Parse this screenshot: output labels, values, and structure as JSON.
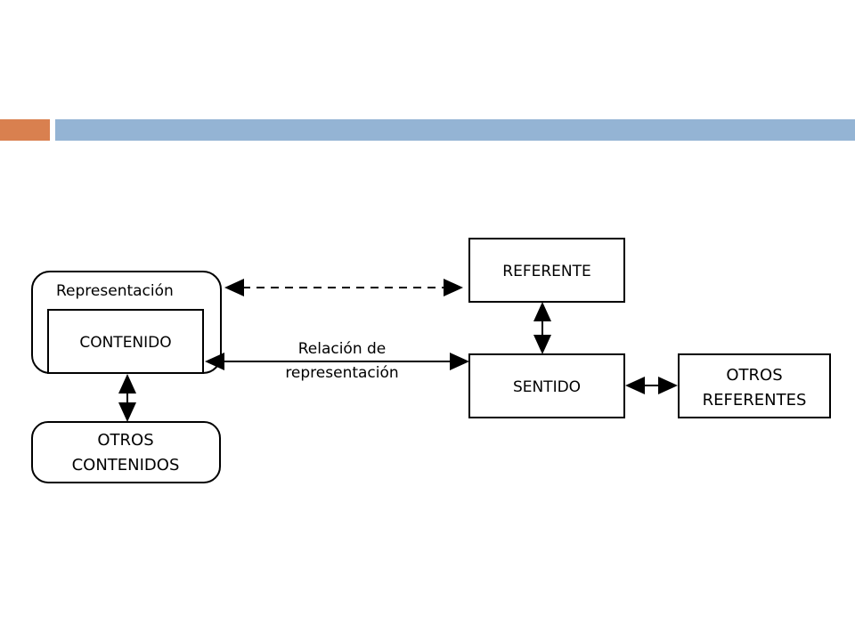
{
  "colors": {
    "accent_orange": "#D9804F",
    "accent_blue": "#94B4D4"
  },
  "diagram": {
    "representacion": "Representación",
    "contenido": "CONTENIDO",
    "otros_contenidos": [
      "OTROS",
      "CONTENIDOS"
    ],
    "referente": "REFERENTE",
    "sentido": "SENTIDO",
    "otros_referentes": [
      "OTROS",
      "REFERENTES"
    ],
    "relacion": [
      "Relación de",
      "representación"
    ]
  }
}
